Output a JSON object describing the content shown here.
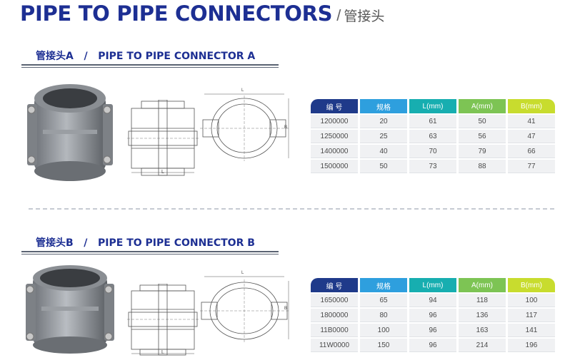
{
  "header": {
    "title_en": "PIPE TO PIPE CONNECTORS",
    "separator": "/",
    "title_cn": "管接头"
  },
  "sections": [
    {
      "heading": "管接头A   /   PIPE TO PIPE CONNECTOR A",
      "drawing_labels": {
        "l_small": "L",
        "l_top": "L",
        "b_right": "B"
      },
      "table": {
        "headers": [
          "编 号",
          "规格",
          "L(mm)",
          "A(mm)",
          "B(mm)"
        ],
        "rows": [
          [
            "1200000",
            "20",
            "61",
            "50",
            "41"
          ],
          [
            "1250000",
            "25",
            "63",
            "56",
            "47"
          ],
          [
            "1400000",
            "40",
            "70",
            "79",
            "66"
          ],
          [
            "1500000",
            "50",
            "73",
            "88",
            "77"
          ]
        ]
      }
    },
    {
      "heading": "管接头B   /   PIPE TO PIPE CONNECTOR B",
      "drawing_labels": {
        "l_small": "L",
        "l_top": "L",
        "b_right": "B"
      },
      "table": {
        "headers": [
          "编 号",
          "规格",
          "L(mm)",
          "A(mm)",
          "B(mm)"
        ],
        "rows": [
          [
            "1650000",
            "65",
            "94",
            "118",
            "100"
          ],
          [
            "1800000",
            "80",
            "96",
            "136",
            "117"
          ],
          [
            "11B0000",
            "100",
            "96",
            "163",
            "141"
          ],
          [
            "11W0000",
            "150",
            "96",
            "214",
            "196"
          ]
        ]
      }
    }
  ],
  "colors": {
    "title_blue": "#1d2f93",
    "header_navy": "#1f3a8a",
    "header_sky": "#2e9fde",
    "header_teal": "#17aeb0",
    "header_green": "#7dc454",
    "header_lime": "#c8dc2e"
  }
}
